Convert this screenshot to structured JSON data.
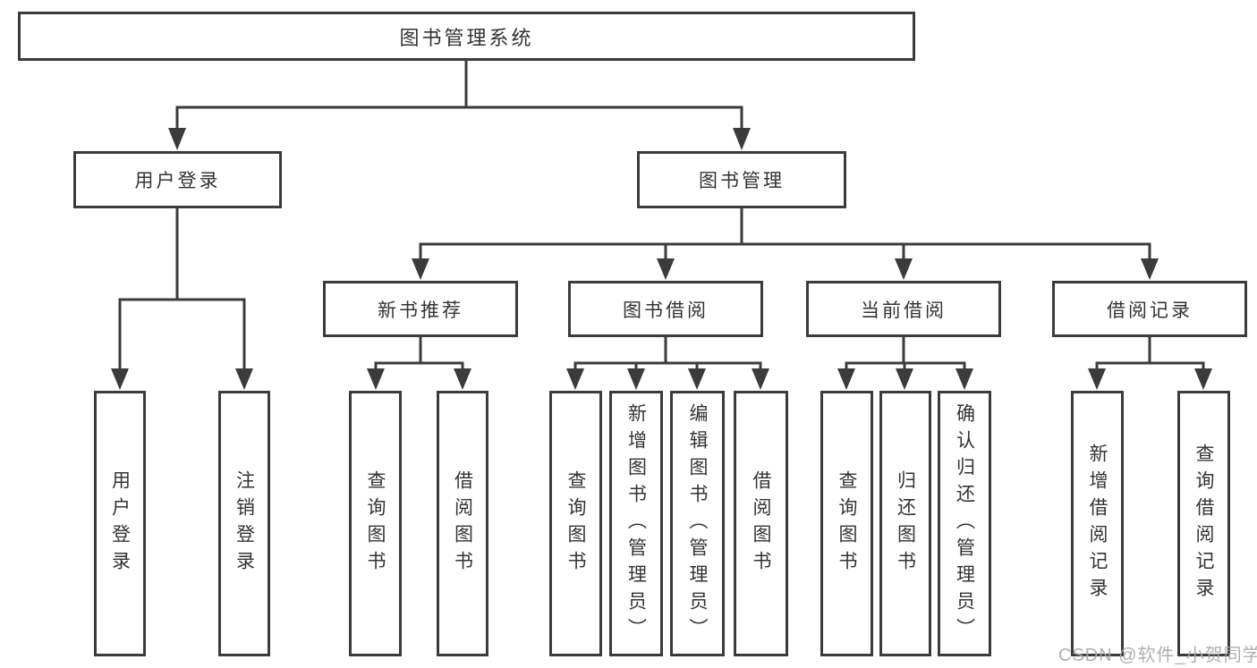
{
  "diagram": {
    "title": "图书管理系统",
    "root": {
      "label": "图书管理系统"
    },
    "branches": [
      {
        "label": "用户登录"
      },
      {
        "label": "图书管理"
      }
    ],
    "modules": [
      {
        "label": "新书推荐"
      },
      {
        "label": "图书借阅"
      },
      {
        "label": "当前借阅"
      },
      {
        "label": "借阅记录"
      }
    ],
    "leaves": [
      {
        "label": "用户登录",
        "parent": "用户登录"
      },
      {
        "label": "注销登录",
        "parent": "用户登录"
      },
      {
        "label": "查询图书",
        "parent": "新书推荐"
      },
      {
        "label": "借阅图书",
        "parent": "新书推荐"
      },
      {
        "label": "查询图书",
        "parent": "图书借阅"
      },
      {
        "label": "新增图书（管理员）",
        "parent": "图书借阅"
      },
      {
        "label": "编辑图书（管理员）",
        "parent": "图书借阅"
      },
      {
        "label": "借阅图书",
        "parent": "图书借阅"
      },
      {
        "label": "查询图书",
        "parent": "当前借阅"
      },
      {
        "label": "归还图书",
        "parent": "当前借阅"
      },
      {
        "label": "确认归还（管理员）",
        "parent": "当前借阅"
      },
      {
        "label": "新增借阅记录",
        "parent": "借阅记录"
      },
      {
        "label": "查询借阅记录",
        "parent": "借阅记录"
      }
    ],
    "watermark": "CSDN @软件_小贺同学",
    "colors": {
      "line": "#3b3b3b",
      "box_border": "#3b3b3b",
      "text": "#333333",
      "watermark": "#a9a9a9",
      "background": "#ffffff"
    }
  }
}
